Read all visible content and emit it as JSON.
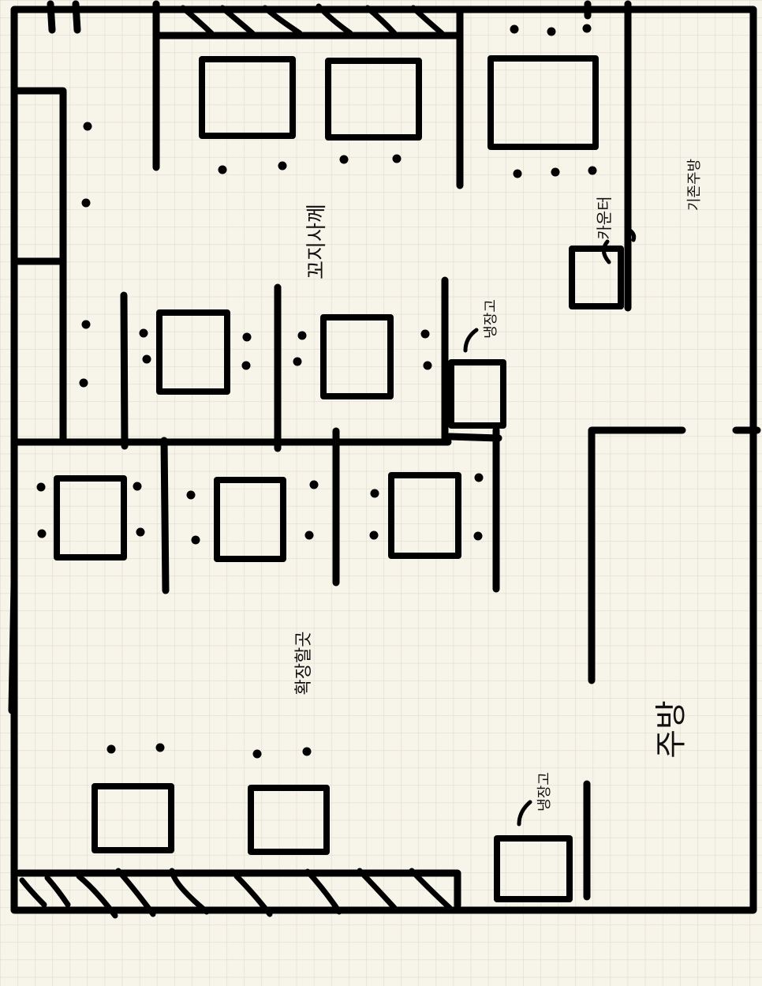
{
  "labels": {
    "shop_name": "꼬지사께",
    "expansion_area": "확장할곳",
    "kitchen": "주방",
    "existing_kitchen": "기존주방",
    "counter": "카운터",
    "fridge_upper": "냉장고",
    "fridge_lower": "냉장고"
  },
  "colors": {
    "paper": "#f7f4e9",
    "grid": "#dedbd0",
    "ink": "#000000"
  }
}
